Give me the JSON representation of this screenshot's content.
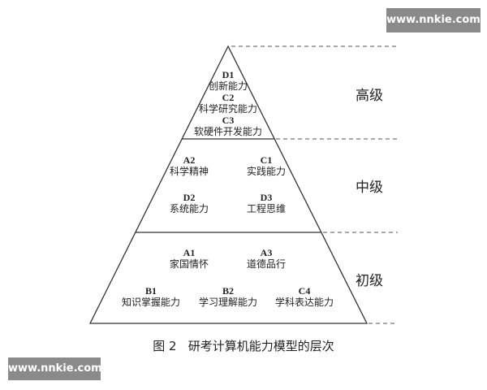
{
  "levels": {
    "high": "高级",
    "mid": "中级",
    "low": "初级"
  },
  "nodes": {
    "d1": {
      "code": "D1",
      "label": "创新能力"
    },
    "c2": {
      "code": "C2",
      "label": "科学研究能力"
    },
    "c3": {
      "code": "C3",
      "label": "软硬件开发能力"
    },
    "a2": {
      "code": "A2",
      "label": "科学精神"
    },
    "c1": {
      "code": "C1",
      "label": "实践能力"
    },
    "d2": {
      "code": "D2",
      "label": "系统能力"
    },
    "d3": {
      "code": "D3",
      "label": "工程思维"
    },
    "a1": {
      "code": "A1",
      "label": "家国情怀"
    },
    "a3": {
      "code": "A3",
      "label": "道德品行"
    },
    "b1": {
      "code": "B1",
      "label": "知识掌握能力"
    },
    "b2": {
      "code": "B2",
      "label": "学习理解能力"
    },
    "c4": {
      "code": "C4",
      "label": "学科表达能力"
    }
  },
  "caption": "图 2   研考计算机能力模型的层次",
  "watermark": "www.nnkie.com"
}
